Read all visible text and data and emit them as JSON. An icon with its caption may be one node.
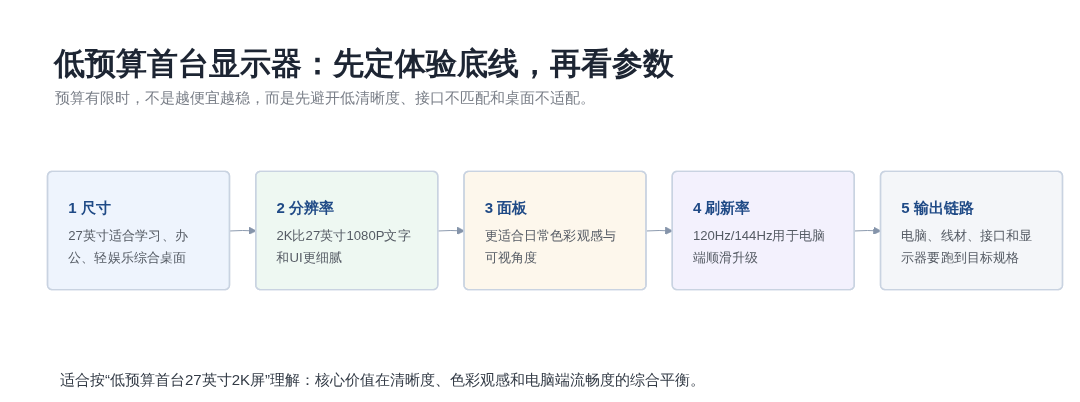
{
  "diagram": {
    "title": "低预算首台显示器：先定体验底线，再看参数",
    "nodes": [
      {
        "text": [
          "1 尺寸",
          "27英寸适合学习、办公、轻娱乐综合桌面"
        ]
      },
      {
        "text": [
          "2 分辨率",
          "2K比27英寸1080P文字和UI更细腻"
        ]
      },
      {
        "text": [
          "3 面板",
          "更适合日常色彩观感与可视角度"
        ]
      },
      {
        "text": [
          "4 刷新率",
          "120Hz/144Hz用于电脑端顺滑升级"
        ]
      },
      {
        "text": [
          "5 输出链路",
          "电脑、线材、接口和显示器要跑到目标规格"
        ]
      }
    ],
    "edges": [
      {
        "from": 0,
        "to": 1,
        "arrow": "to"
      },
      {
        "from": 1,
        "to": 2,
        "arrow": "to"
      },
      {
        "from": 2,
        "to": 3,
        "arrow": "to"
      },
      {
        "from": 3,
        "to": 4,
        "arrow": "to"
      }
    ],
    "labels": [
      "预算有限时，不是越便宜越稳，而是先避开低清晰度、接口不匹配和桌面不适配。"
    ],
    "caption": "适合按“低预算首台27英寸2K屏”理解：核心价值在清晰度、色彩观感和电脑端流畅度的综合平衡。"
  }
}
